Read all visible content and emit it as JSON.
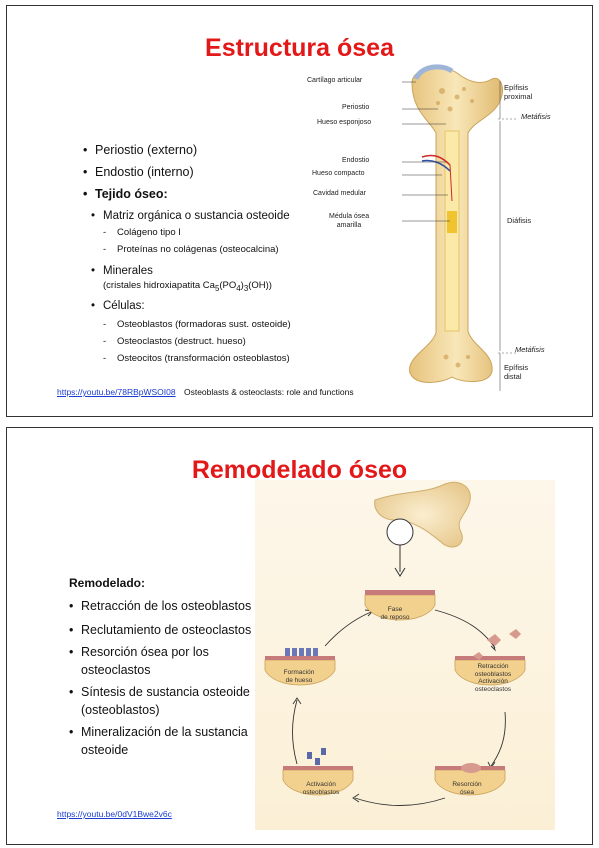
{
  "slide1": {
    "title": "Estructura ósea",
    "bullets": {
      "periostio": "Periostio (externo)",
      "endostio": "Endostio (interno)",
      "tejido": "Tejido óseo:",
      "matriz": "Matriz orgánica o sustancia osteoide",
      "colageno": "Colágeno tipo I",
      "proteinas": "Proteínas no colágenas (osteocalcina)",
      "minerales": "Minerales",
      "cristales": "(cristales hidroxiapatita Ca",
      "cristales_sub1": "5",
      "cristales_mid": "(PO",
      "cristales_sub2": "4",
      "cristales_paren": ")",
      "cristales_sub3": "3",
      "cristales_end": "(OH))",
      "celulas": "Células:",
      "osteoblastos": "Osteoblastos (formadoras sust. osteoide)",
      "osteoclastos": "Osteoclastos (destruct. hueso)",
      "osteocitos": "Osteocitos (transformación osteoblastos)"
    },
    "link": {
      "url": "https://youtu.be/78RBpWSOI08",
      "caption": "Osteoblasts & osteoclasts: role and functions"
    },
    "diagram_labels": {
      "cartilago": "Cartílago articular",
      "periostio": "Periostio",
      "hueso_esponjoso": "Hueso esponjoso",
      "endostio": "Endostio",
      "hueso_compacto": "Hueso compacto",
      "cavidad": "Cavidad medular",
      "medula_1": "Médula ósea",
      "medula_2": "amarilla",
      "epifisis_prox_1": "Epífisis",
      "epifisis_prox_2": "proximal",
      "metafisis_top": "Metáfisis",
      "diafisis": "Diáfisis",
      "metafisis_bottom": "Metáfisis",
      "epifisis_dist_1": "Epífisis",
      "epifisis_dist_2": "distal"
    }
  },
  "slide2": {
    "title": "Remodelado óseo",
    "heading": "Remodelado:",
    "items": {
      "i1": "Retracción de los osteoblastos",
      "i2": "Reclutamiento de osteoclastos",
      "i3a": "Resorción ósea por los",
      "i3b": "osteoclastos",
      "i4a": "Síntesis de sustancia osteoide",
      "i4b": "(osteoblastos)",
      "i5a": "Mineralización de la sustancia",
      "i5b": "osteoide"
    },
    "link": {
      "url": "https://youtu.be/0dV1Bwe2v6c"
    },
    "cycle_labels": {
      "fase_reposo_1": "Fase",
      "fase_reposo_2": "de reposo",
      "retraccion_1": "Retracción",
      "retraccion_2": "osteoblastos",
      "retraccion_3": "Activación",
      "retraccion_4": "osteoclastos",
      "resorcion_1": "Resorción",
      "resorcion_2": "ósea",
      "activacion_1": "Activación",
      "activacion_2": "osteoblastos",
      "formacion_1": "Formación",
      "formacion_2": "de hueso"
    }
  },
  "colors": {
    "title": "#e31818",
    "link": "#1a3bd1",
    "bone": "#f3dca0",
    "bone_dark": "#d9b870"
  }
}
